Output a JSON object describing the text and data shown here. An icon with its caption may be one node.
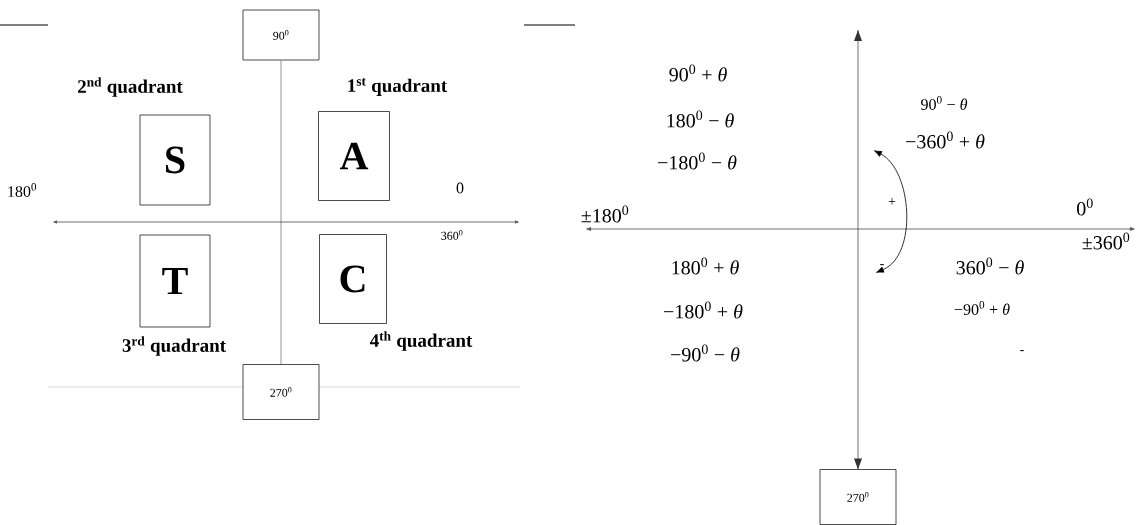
{
  "diagram": {
    "nodes": [
      {
        "text": [
          "90$^{0}$"
        ]
      },
      {
        "text": [
          "S"
        ]
      },
      {
        "text": [
          "A"
        ]
      },
      {
        "text": [
          "T"
        ]
      },
      {
        "text": [
          "C"
        ]
      },
      {
        "text": [
          "270$^{0}$"
        ]
      },
      {
        "text": [
          "270$^{0}$"
        ]
      }
    ],
    "edges": [
      {
        "from": 0,
        "to": 5,
        "arrow": "none"
      },
      {
        "from": null,
        "to": 6,
        "arrow": "both"
      }
    ],
    "labels": [
      "2$^{nd}$ quadrant",
      "1$^{st}$ quadrant",
      "180$^{0}$",
      "0",
      "360$^{0}$",
      "3$^{rd}$ quadrant",
      "4$^{th}$ quadrant",
      "90$^{0}$ + *θ*",
      "180$^{0}$ − *θ*",
      "−180$^{0}$ − *θ*",
      "90$^{0}$ − *θ*",
      "−360$^{0}$ + *θ*",
      "+",
      "±180$^{0}$",
      "0$^{0}$",
      "±360$^{0}$",
      "180$^{0}$ + *θ*",
      "-",
      "360$^{0}$ − *θ*",
      "−180$^{0}$ + *θ*",
      "−90$^{0}$ + *θ*",
      "−90$^{0}$ − *θ*",
      "-"
    ]
  }
}
